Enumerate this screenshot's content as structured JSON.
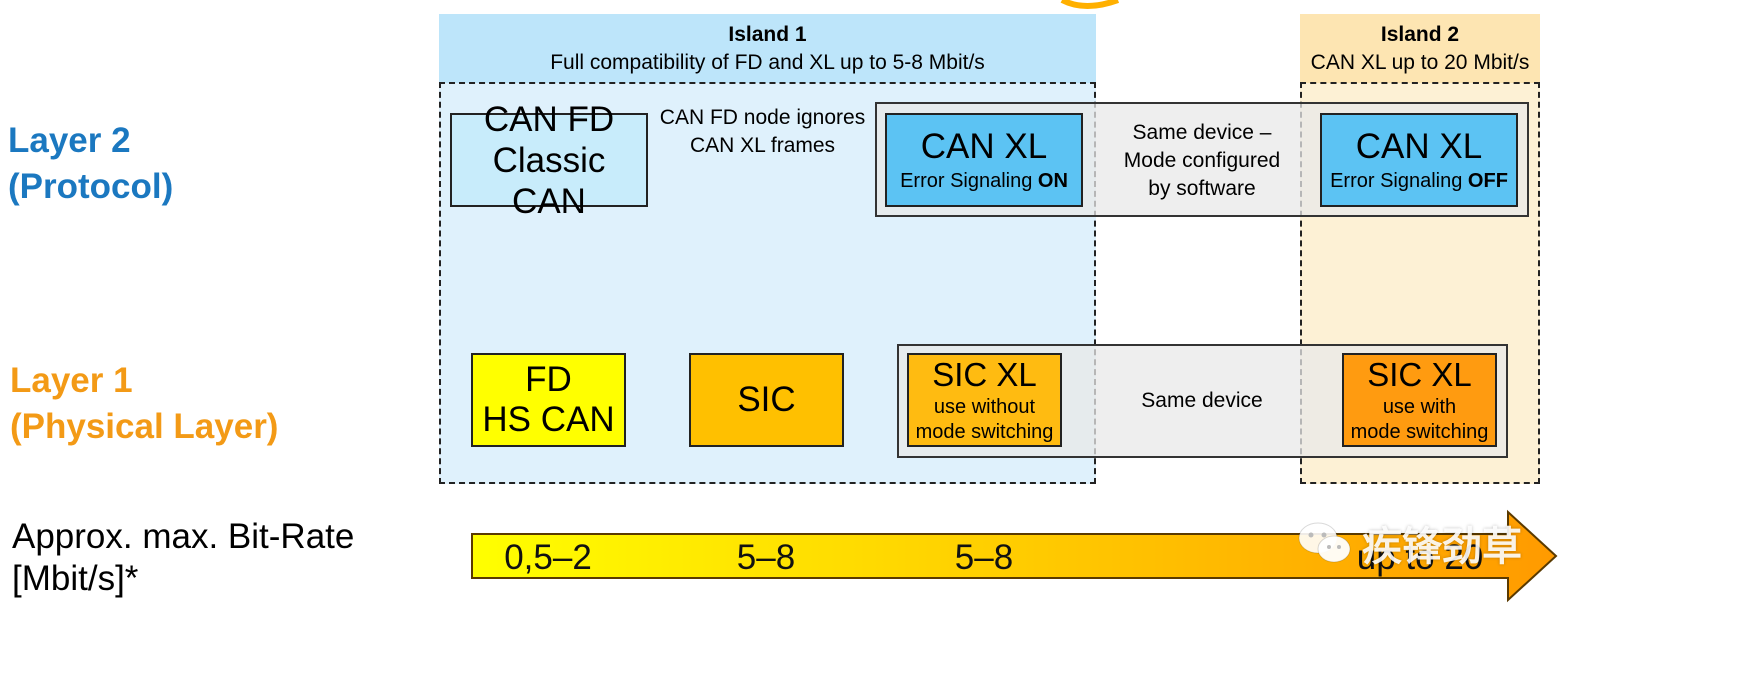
{
  "layers": {
    "layer2": {
      "line1": "Layer 2",
      "line2": "(Protocol)"
    },
    "layer1": {
      "line1": "Layer 1",
      "line2": "(Physical Layer)"
    },
    "bitrate": {
      "line1": "Approx. max. Bit-Rate",
      "line2": "[Mbit/s]*"
    }
  },
  "island1": {
    "title": "Island 1",
    "subtitle": "Full compatibility of FD and XL up to 5-8 Mbit/s"
  },
  "island2": {
    "title": "Island 2",
    "subtitle": "CAN XL up to 20 Mbit/s"
  },
  "protocol_boxes": {
    "can_fd": {
      "line1": "CAN FD",
      "line2": "Classic CAN"
    },
    "can_xl_on": {
      "title": "CAN XL",
      "sub": "Error Signaling ",
      "sub_strong": "ON"
    },
    "can_xl_off": {
      "title": "CAN XL",
      "sub": "Error Signaling ",
      "sub_strong": "OFF"
    }
  },
  "notes": {
    "fd_ignores": {
      "line1": "CAN FD node ignores",
      "line2": "CAN XL frames"
    },
    "same_device_sw": {
      "line1": "Same device –",
      "line2": "Mode configured",
      "line3": "by software"
    },
    "same_device": "Same device"
  },
  "physical_boxes": {
    "fd_hs": {
      "line1": "FD",
      "line2": "HS CAN"
    },
    "sic": {
      "label": "SIC"
    },
    "sic_xl_without": {
      "title": "SIC XL",
      "line1": "use without",
      "line2": "mode switching"
    },
    "sic_xl_with": {
      "title": "SIC XL",
      "line1": "use with",
      "line2": "mode switching"
    }
  },
  "bitrate_values": [
    "0,5–2",
    "5–8",
    "5–8",
    "up to 20"
  ],
  "watermark": "疾锋劲草",
  "colors": {
    "layer2": "#1b78c0",
    "layer1": "#f39a16",
    "island1_bg": "#dff1fc",
    "island1_head": "#bde5fa",
    "island2_bg": "#fdf1d5",
    "island2_head": "#fde5b2",
    "can_fd_box": "#c8ecfb",
    "can_xl_box": "#5cc3f3",
    "fd_hs_box": "#ffff00",
    "sic_box": "#ffc000",
    "sic_xl_on_box": "#ffbb11",
    "sic_xl_off_box": "#ff9b10",
    "arrow_start": "#ffff00",
    "arrow_end": "#ff9a00"
  }
}
